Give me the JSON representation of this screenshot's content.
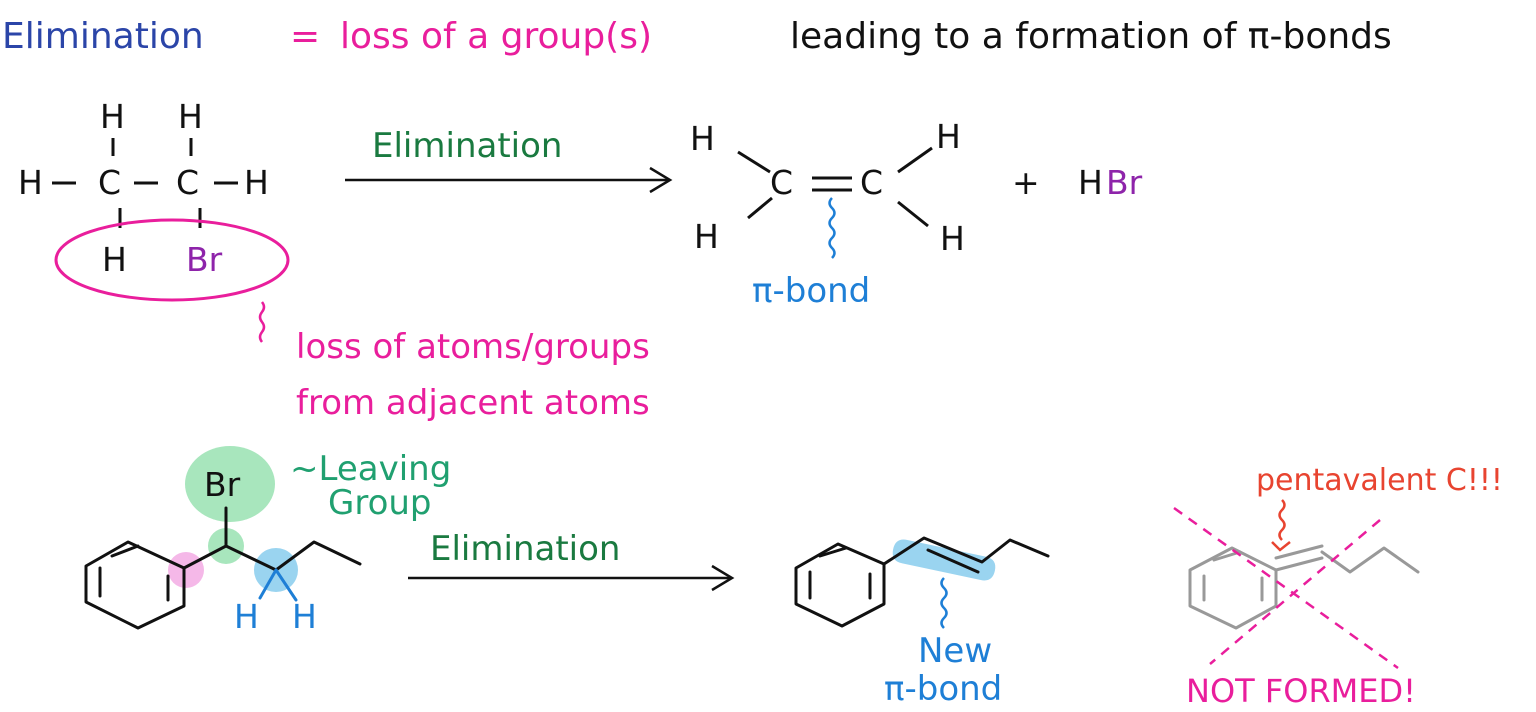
{
  "heading": {
    "term": "Elimination",
    "equals": "=",
    "definition": "loss of a group(s)",
    "tail": "leading to a formation of π-bonds"
  },
  "reaction1": {
    "atoms": {
      "h_top_left": "H",
      "h_top_right": "H",
      "h_left": "H",
      "h_right": "H",
      "c_left": "C",
      "c_right": "C",
      "h_bottom": "H",
      "br": "Br"
    },
    "arrow_label": "Elimination",
    "product_atoms": {
      "h_ul": "H",
      "h_ll": "H",
      "c1": "C",
      "c2": "C",
      "h_ur": "H",
      "h_lr": "H"
    },
    "byproduct_plus": "+",
    "byproduct_h": "H",
    "byproduct_br": "Br",
    "pi_bond_label": "π-bond",
    "loss_note_line1": "loss of atoms/groups",
    "loss_note_line2": "from adjacent atoms"
  },
  "reaction2": {
    "br": "Br",
    "leaving_group_line1": "~Leaving",
    "leaving_group_line2": "Group",
    "h_left": "H",
    "h_right": "H",
    "arrow_label": "Elimination",
    "new_bond_line1": "New",
    "new_bond_line2": "π-bond",
    "pentavalent_note": "pentavalent C!!!",
    "not_formed": "NOT FORMED!"
  },
  "colors": {
    "definition": "#e91e9c",
    "term": "#2b45a8",
    "reaction_label": "#1a7a40",
    "pi_label": "#1e7fd6",
    "bromine": "#8e24aa",
    "leaving_group": "#20a070",
    "warning": "#e84430",
    "green_highlight": "#a8e6bd",
    "pink_highlight": "#f5b8e8",
    "blue_highlight": "#9ad4f0"
  }
}
